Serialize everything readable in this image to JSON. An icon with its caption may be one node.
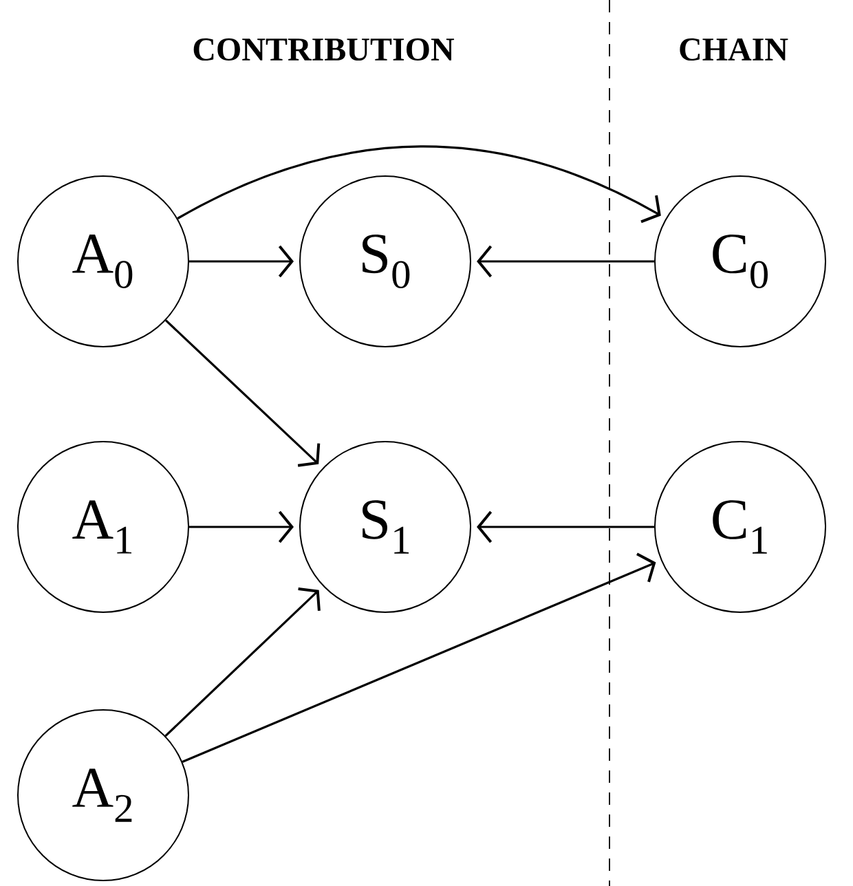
{
  "diagram": {
    "nodes": [
      {
        "text": [
          "A$_{0}$"
        ]
      },
      {
        "text": [
          "S$_{0}$"
        ]
      },
      {
        "text": [
          "C$_{0}$"
        ]
      },
      {
        "text": [
          "A$_{1}$"
        ]
      },
      {
        "text": [
          "S$_{1}$"
        ]
      },
      {
        "text": [
          "C$_{1}$"
        ]
      },
      {
        "text": [
          "A$_{2}$"
        ]
      }
    ],
    "edges": [
      {
        "from": 0,
        "to": 2,
        "arrow": "to"
      },
      {
        "from": 0,
        "to": 1,
        "arrow": "to"
      },
      {
        "from": 2,
        "to": 1,
        "arrow": "to"
      },
      {
        "from": 0,
        "to": 4,
        "arrow": "to"
      },
      {
        "from": 3,
        "to": 4,
        "arrow": "to"
      },
      {
        "from": 5,
        "to": 4,
        "arrow": "to"
      },
      {
        "from": 6,
        "to": 4,
        "arrow": "to"
      },
      {
        "from": 6,
        "to": 5,
        "arrow": "to"
      }
    ],
    "labels": [
      "CONTRIBUTION",
      "CHAIN"
    ]
  }
}
